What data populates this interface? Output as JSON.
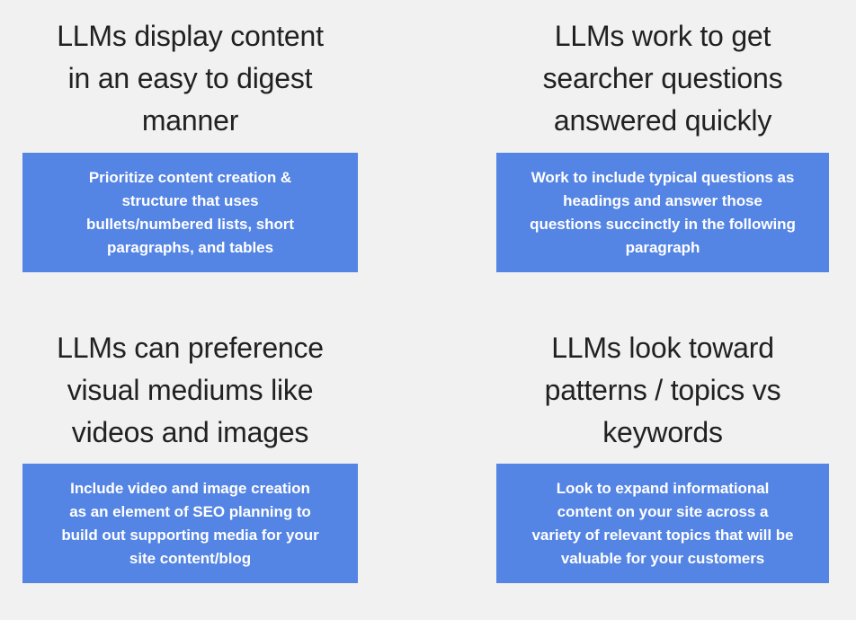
{
  "theme": {
    "background_color": "#f1f1f1",
    "card_color": "#5484e4",
    "card_text_color": "#ffffff",
    "heading_text_color": "#212121"
  },
  "quadrants": [
    {
      "id": "content-display",
      "heading": "LLMs display content\nin an easy to digest\nmanner",
      "card": "Prioritize content creation &\nstructure that uses\nbullets/numbered lists, short\nparagraphs, and tables"
    },
    {
      "id": "searcher-questions",
      "heading": "LLMs work to get\nsearcher questions\nanswered quickly",
      "card": "Work to include typical questions as\nheadings and answer those\nquestions succinctly in the following\nparagraph"
    },
    {
      "id": "visual-mediums",
      "heading": "LLMs can preference\nvisual mediums like\nvideos and images",
      "card": "Include video and image creation\nas an element of SEO planning to\nbuild out supporting media for your\nsite content/blog"
    },
    {
      "id": "patterns-topics",
      "heading": "LLMs look toward\npatterns / topics vs\nkeywords",
      "card": "Look to expand informational\ncontent on your site across a\nvariety of relevant topics that will be\nvaluable for your customers"
    }
  ]
}
